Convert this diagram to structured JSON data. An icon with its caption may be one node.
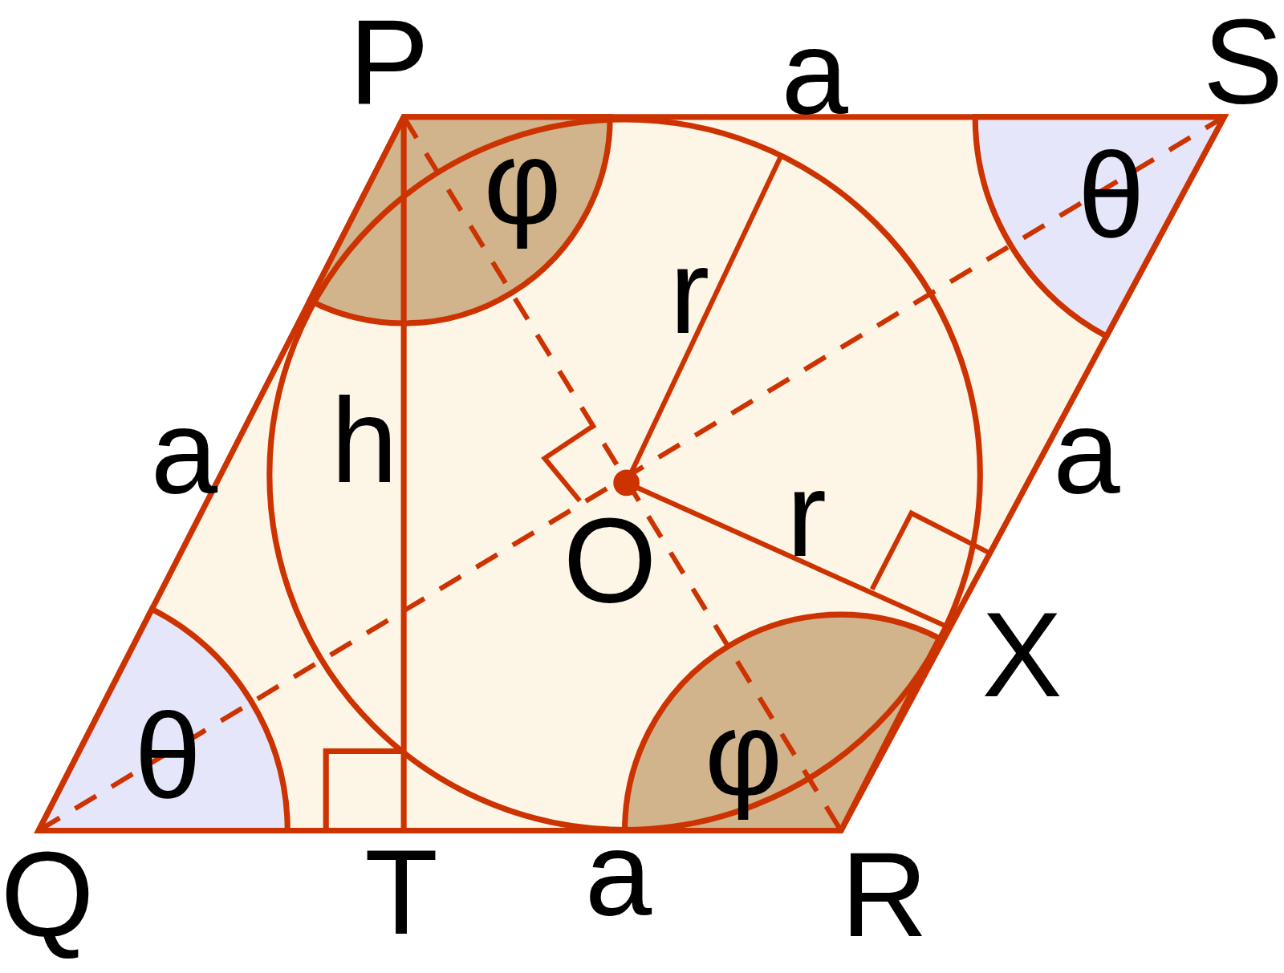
{
  "diagram": {
    "labels": [
      "P",
      "a",
      "S",
      "φ",
      "θ",
      "r",
      "a",
      "h",
      "a",
      "r",
      "O",
      "X",
      "θ",
      "φ",
      "Q",
      "T",
      "a",
      "R"
    ]
  }
}
